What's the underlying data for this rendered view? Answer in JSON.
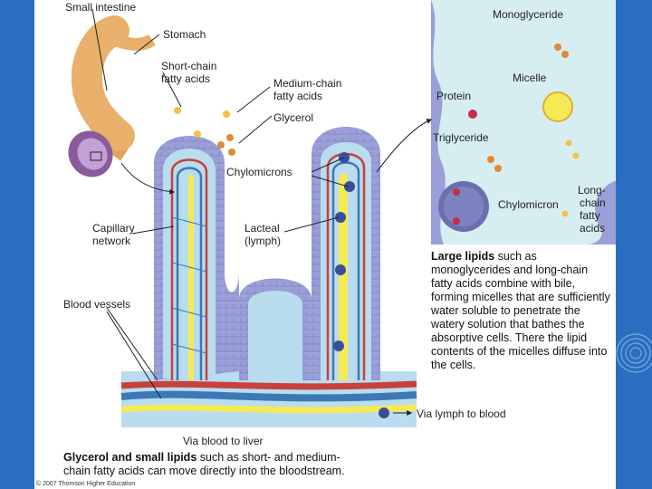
{
  "labels": {
    "small_intestine": "Small intestine",
    "stomach": "Stomach",
    "short_chain_1": "Short-chain",
    "short_chain_2": "fatty acids",
    "medium_chain_1": "Medium-chain",
    "medium_chain_2": "fatty acids",
    "glycerol": "Glycerol",
    "chylomicrons": "Chylomicrons",
    "capillary_1": "Capillary",
    "capillary_2": "network",
    "lacteal_1": "Lacteal",
    "lacteal_2": "(lymph)",
    "blood_vessels": "Blood vessels",
    "via_blood_to_liver": "Via blood to liver",
    "via_lymph_to_blood": "Via lymph to blood"
  },
  "inset": {
    "monoglyceride": "Monoglyceride",
    "micelle": "Micelle",
    "protein": "Protein",
    "triglyceride": "Triglyceride",
    "chylomicron": "Chylomicron",
    "long_chain_1": "Long-",
    "long_chain_2": "chain",
    "long_chain_3": "fatty",
    "long_chain_4": "acids"
  },
  "captions": {
    "large_bold": "Large lipids",
    "large_rest": " such as monoglycerides and long-chain fatty acids combine with bile, forming micelles that are sufficiently water soluble to penetrate the watery solution that bathes the absorptive cells. There the lipid contents of the micelles diffuse into the cells.",
    "small_bold": "Glycerol and small lipids",
    "small_rest": " such as short- and medium-chain fatty acids can move directly into the bloodstream."
  },
  "copyright": "© 2007 Thomson Higher Education",
  "colors": {
    "slide_bg": "#2a6fbf",
    "villus_epithelium": "#9a9fd8",
    "villus_core": "#b9dcef",
    "lacteal": "#f5ea55",
    "artery": "#c8413a",
    "vein": "#3c78b6",
    "inset_bg": "#d6eef2",
    "chylomicron_dot": "#3a4f9a"
  }
}
